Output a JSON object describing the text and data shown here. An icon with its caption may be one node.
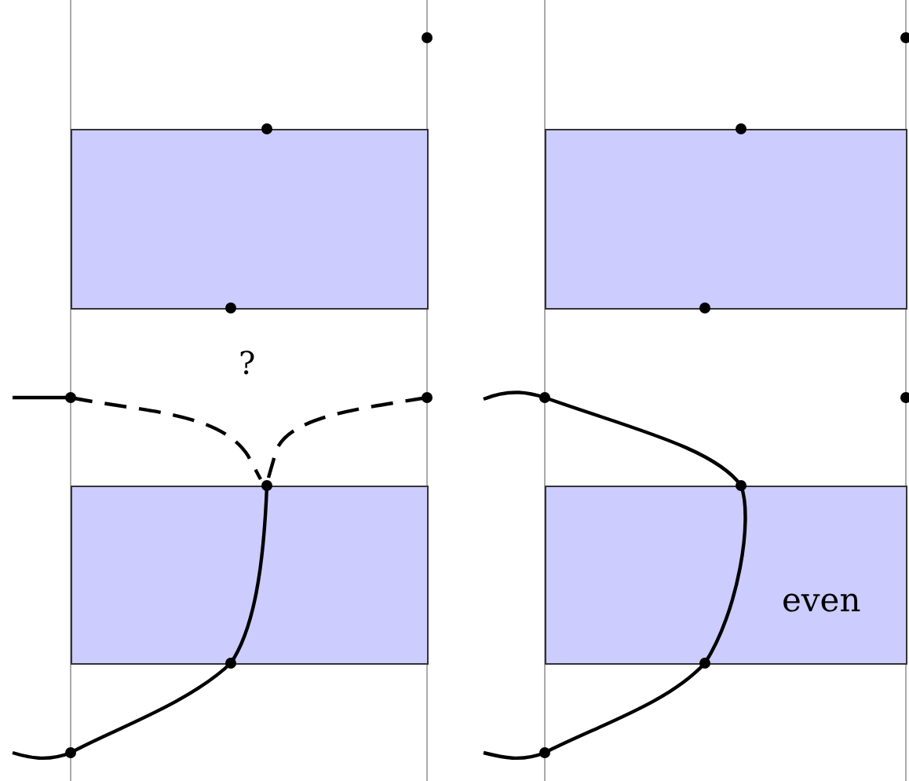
{
  "diagram": {
    "nodes": [
      {
        "text": [],
        "shape": "box"
      },
      {
        "text": [],
        "shape": "box"
      },
      {
        "text": [],
        "shape": "box"
      },
      {
        "text": [
          "even"
        ]
      }
    ],
    "edges": [],
    "labels": [
      "?"
    ]
  }
}
